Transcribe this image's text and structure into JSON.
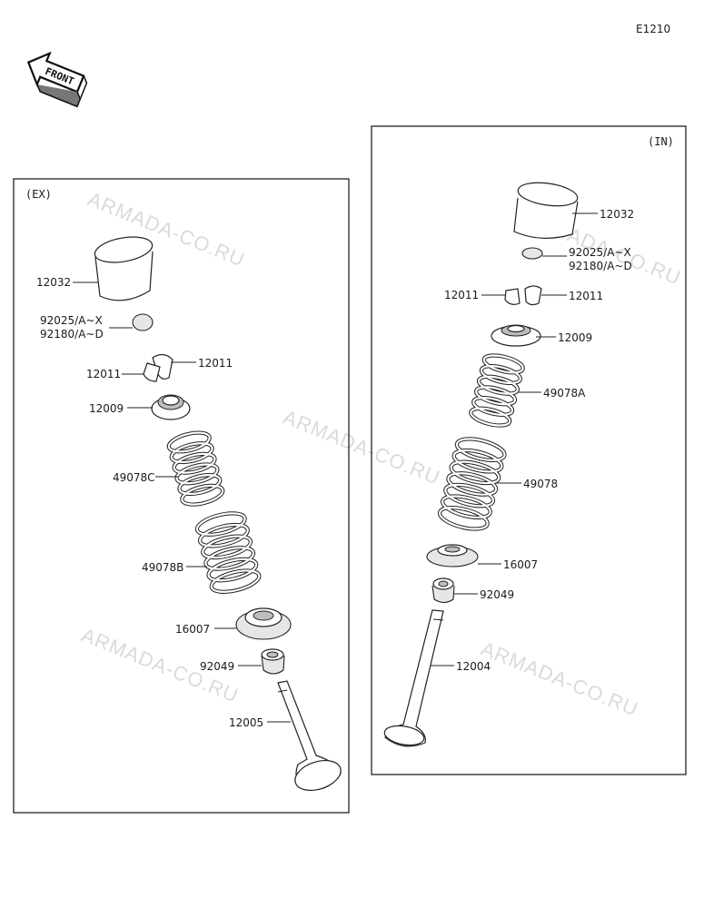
{
  "diagram_code": "E1210",
  "front_label": "FRONT",
  "watermark": "ARMADA-CO.RU",
  "sections": {
    "exhaust": {
      "title": "(EX)",
      "parts": {
        "lifter": "12032",
        "shim_a": "92025/A~X",
        "shim_b": "92180/A~D",
        "cotter": "12011",
        "cotter_2": "12011",
        "retainer": "12009",
        "spring_c": "49078C",
        "spring_b": "49078B",
        "seat": "16007",
        "seal": "92049",
        "valve": "12005"
      }
    },
    "intake": {
      "title": "(IN)",
      "parts": {
        "lifter": "12032",
        "shim_a": "92025/A~X",
        "shim_b": "92180/A~D",
        "cotter": "12011",
        "cotter_2": "12011",
        "retainer": "12009",
        "spring_a": "49078A",
        "spring": "49078",
        "seat": "16007",
        "seal": "92049",
        "valve": "12004"
      }
    }
  }
}
